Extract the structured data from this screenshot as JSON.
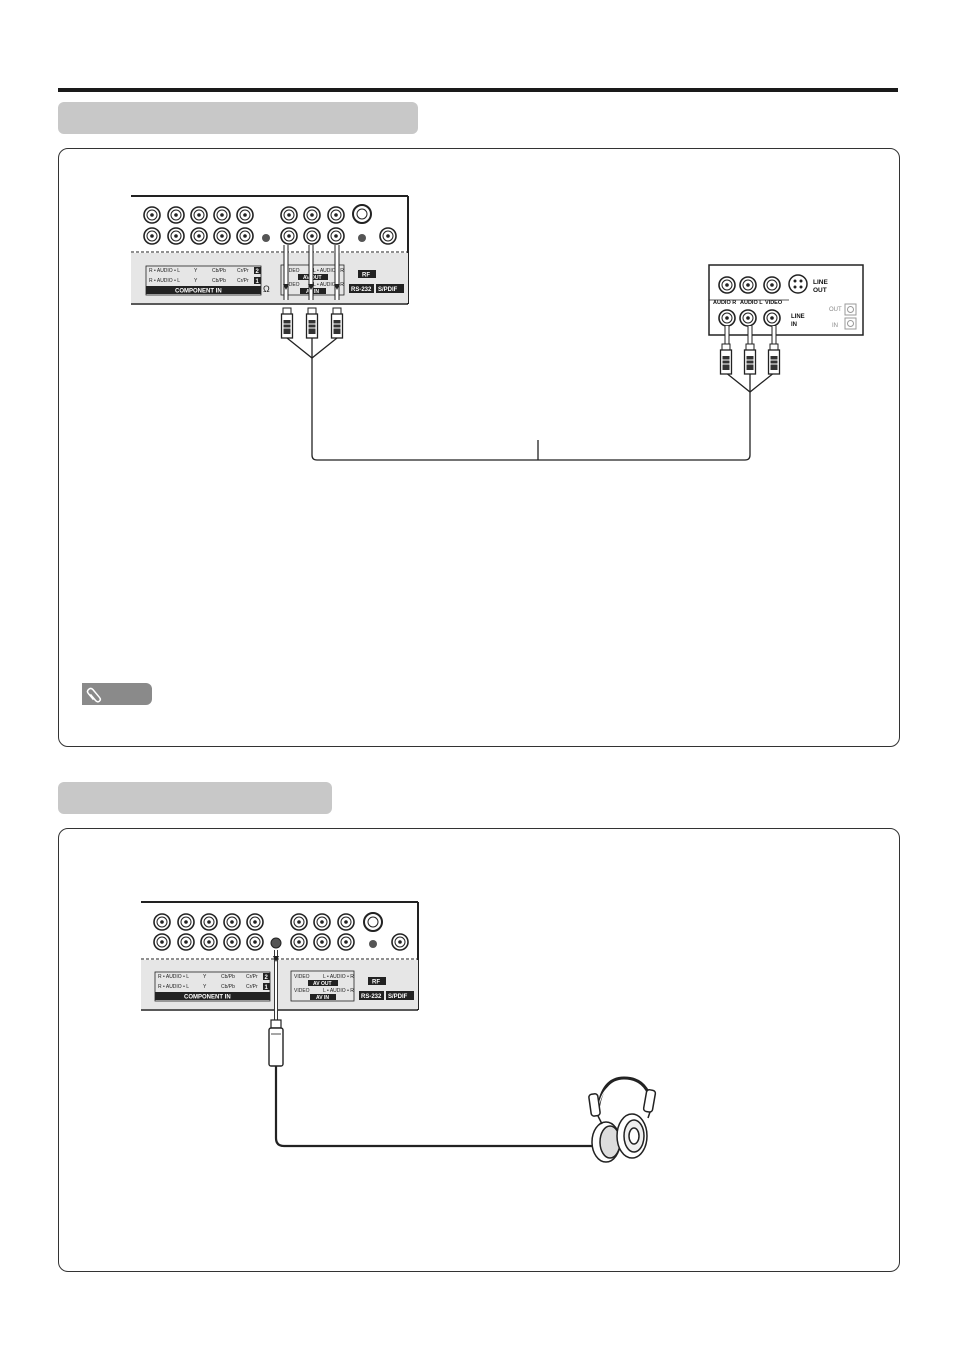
{
  "panel1": {
    "row1_labels": [
      "R • AUDIO • L",
      "Y",
      "Cb/Pb",
      "Cr/Pr",
      "2"
    ],
    "row2_labels": [
      "R • AUDIO • L",
      "Y",
      "Cb/Pb",
      "Cr/Pr",
      "1"
    ],
    "component_in": "COMPONENT IN",
    "av_video_top": "VIDEO",
    "av_audio_top": "L • AUDIO • R",
    "av_out": "AV OUT",
    "av_video_bottom": "VIDEO",
    "av_audio_bottom": "L • AUDIO • R",
    "av_in": "AV IN",
    "rf": "RF",
    "rs232": "RS-232",
    "spdif": "S/PDIF"
  },
  "vcr": {
    "line_out": "LINE\nOUT",
    "line_out_1": "LINE",
    "line_out_2": "OUT",
    "jack_labels": [
      "AUDIO R",
      "AUDIO L",
      "VIDEO"
    ],
    "line_in_1": "LINE",
    "line_in_2": "IN",
    "rf_out": "OUT",
    "rf_in": "IN"
  },
  "colors": {
    "outline": "#333333",
    "tab_fill": "#c8c8c8",
    "label_fill": "#e6e6e6",
    "note_fill": "#8a8a8a"
  },
  "icons": [
    "paperclip-icon",
    "headphones-icon"
  ]
}
